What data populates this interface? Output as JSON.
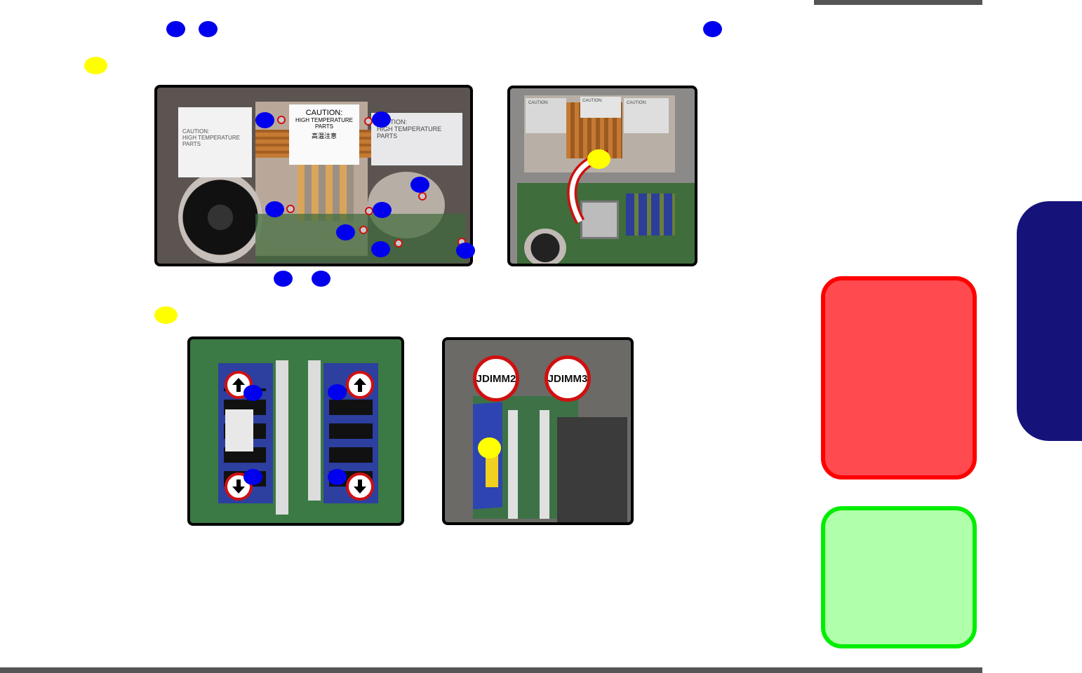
{
  "colors": {
    "callout_blue": "#0000ee",
    "callout_yellow": "#ffff00",
    "warning_box_fill": "#ff4a4f",
    "warning_box_border": "#ff0000",
    "note_box_fill": "#b0ffaa",
    "note_box_border": "#00ee00",
    "side_tab": "#15137a",
    "rule_gray": "#555555"
  },
  "labels": {
    "dimm_slot_2": "JDIMM2",
    "dimm_slot_3": "JDIMM3"
  },
  "photo_text": {
    "caution_title": "CAUTION:",
    "caution_body": "HIGH TEMPERATURE PARTS",
    "caution_cn": "高温注意"
  },
  "icons": {
    "heatsink_removal": "curved-arrow-icon",
    "latch_release": "arrow-up-icon",
    "latch_release_down": "arrow-down-icon"
  }
}
